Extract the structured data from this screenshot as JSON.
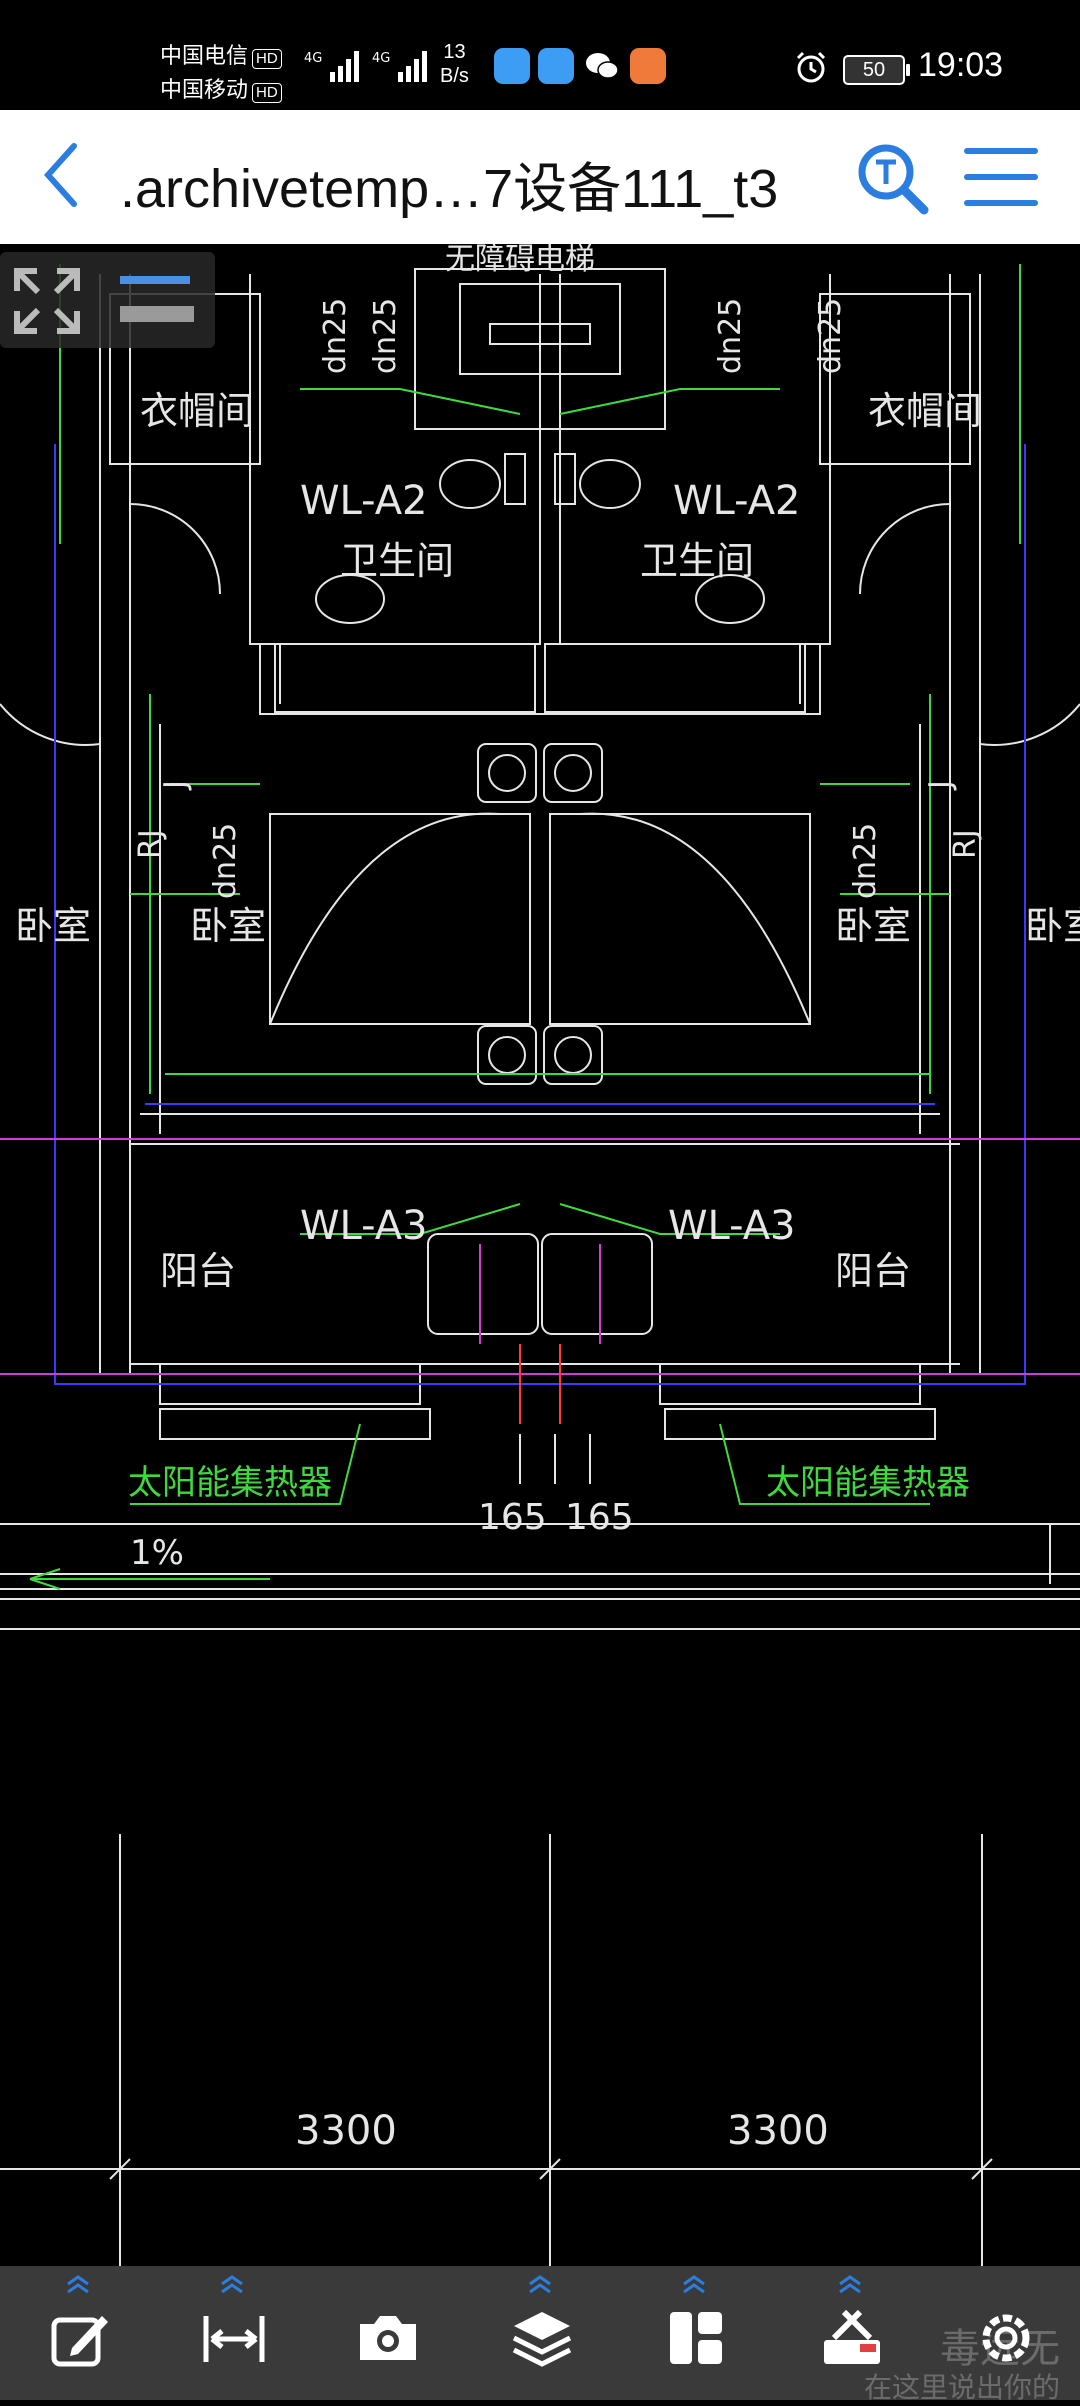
{
  "status_bar": {
    "carrier_1": "中国电信",
    "carrier_2": "中国移动",
    "hd_label": "HD",
    "network_1": "4G",
    "network_2": "4G",
    "speed_value": "13",
    "speed_unit": "B/s",
    "battery": "50",
    "time": "19:03"
  },
  "title_bar": {
    "file_name": ".archivetemp…7设备111_t3"
  },
  "drawing": {
    "labels": {
      "cloak_room": "衣帽间",
      "bathroom": "卫生间",
      "bedroom": "卧室",
      "balcony": "阳台",
      "solar_collector": "太阳能集热器",
      "pipe_a2": "WL-A2",
      "pipe_a3": "WL-A3",
      "dn25": "dn25",
      "rj": "RJ",
      "j": "J",
      "slope": "1%",
      "dim_165": "165",
      "dim_3300": "3300",
      "elevator": "无障碍电梯"
    }
  },
  "toolbar": {
    "items": [
      "edit",
      "measure",
      "screenshot",
      "layers",
      "layout",
      "tools",
      "settings"
    ]
  },
  "watermark": {
    "text": "毒远无",
    "sub": "在这里说出你的"
  },
  "colors": {
    "accent": "#2b7de0",
    "cad_green": "#3fd93f",
    "cad_white": "#e6e6e6",
    "cad_blue": "#3a3aff",
    "cad_magenta": "#d23cd2",
    "cad_red": "#ff3a3a",
    "toolbar_bg": "#3a3a3a"
  }
}
